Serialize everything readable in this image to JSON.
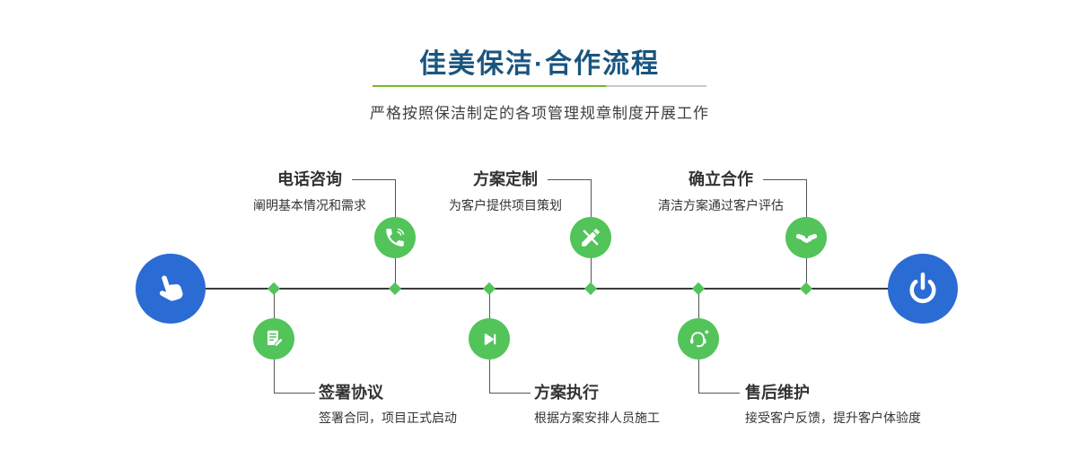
{
  "header": {
    "title": "佳美保洁·合作流程",
    "subtitle": "严格按照保洁制定的各项管理规章制度开展工作"
  },
  "timeline": {
    "start_icon": "hand-pointer-icon",
    "end_icon": "power-icon"
  },
  "steps": {
    "top": [
      {
        "title": "电话咨询",
        "desc": "阐明基本情况和需求",
        "icon": "phone-icon"
      },
      {
        "title": "方案定制",
        "desc": "为客户提供项目策划",
        "icon": "pen-design-icon"
      },
      {
        "title": "确立合作",
        "desc": "清洁方案通过客户评估",
        "icon": "handshake-icon"
      }
    ],
    "bottom": [
      {
        "title": "签署协议",
        "desc": "签署合同，项目正式启动",
        "icon": "contract-icon"
      },
      {
        "title": "方案执行",
        "desc": "根据方案安排人员施工",
        "icon": "play-forward-icon"
      },
      {
        "title": "售后维护",
        "desc": "接受客户反馈，提升客户体验度",
        "icon": "headset-icon"
      }
    ]
  },
  "colors": {
    "accent_green": "#52c45a",
    "accent_blue": "#2b6bd4",
    "title_blue": "#1a5580",
    "divider_green": "#76b82a"
  }
}
